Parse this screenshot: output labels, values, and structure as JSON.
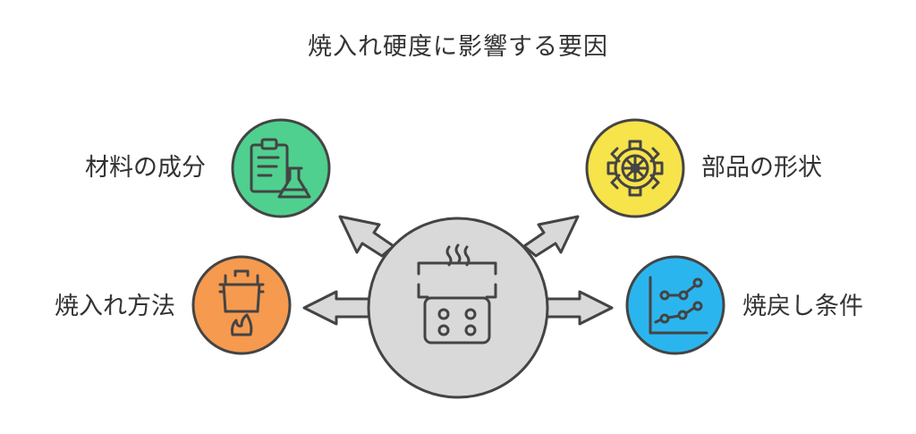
{
  "title": "焼入れ硬度に影響する要因",
  "factors": {
    "top_left": {
      "label": "材料の成分",
      "icon": "clipboard-flask-icon",
      "color": "#4fd08f"
    },
    "bottom_left": {
      "label": "焼入れ方法",
      "icon": "cooking-pot-flame-icon",
      "color": "#f59a4f"
    },
    "top_right": {
      "label": "部品の形状",
      "icon": "gear-icon",
      "color": "#f7e34a"
    },
    "bottom_right": {
      "label": "焼戻し条件",
      "icon": "line-chart-icon",
      "color": "#2bb5ef"
    }
  },
  "center": {
    "icon": "oven-icon",
    "color": "#d9d9d9"
  }
}
